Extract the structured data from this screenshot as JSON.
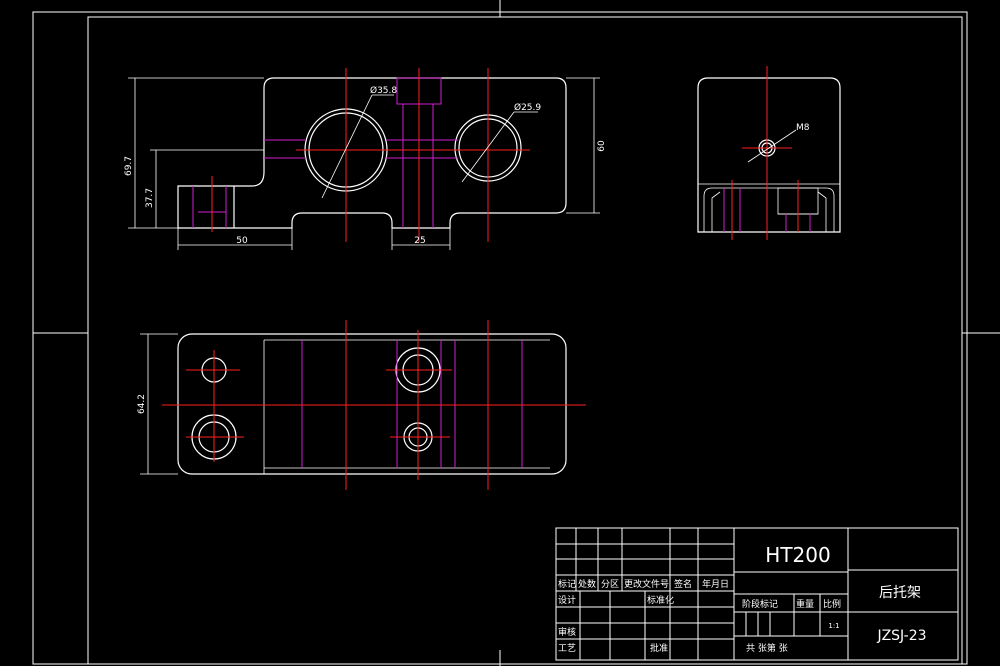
{
  "colors": {
    "background": "#000000",
    "outline": "#ffffff",
    "centerline": "#ff2020",
    "hidden": "#d020d0"
  },
  "front_view": {
    "dim_height_total": "69.7",
    "dim_height_left": "37.7",
    "dim_width_left": "50",
    "dim_width_slot": "25",
    "dim_height_right": "60",
    "dia_left": "Ø35.8",
    "dia_right": "Ø25.9"
  },
  "side_view": {
    "thread_label": "M8"
  },
  "top_view": {
    "dim_height": "64.2"
  },
  "title_block": {
    "material": "HT200",
    "part_name": "后托架",
    "drawing_no": "JZSJ-23",
    "scale_value": "1:1",
    "headers": {
      "mark": "标记",
      "count": "处数",
      "zone": "分区",
      "change_doc": "更改文件号",
      "signature": "签名",
      "date": "年月日"
    },
    "rows": {
      "design": "设计",
      "standardize": "标准化",
      "review": "审核",
      "process": "工艺",
      "approve": "批准"
    },
    "stage_mark": "阶段标记",
    "weight": "重量",
    "scale": "比例",
    "sheets": "共  张第  张"
  }
}
